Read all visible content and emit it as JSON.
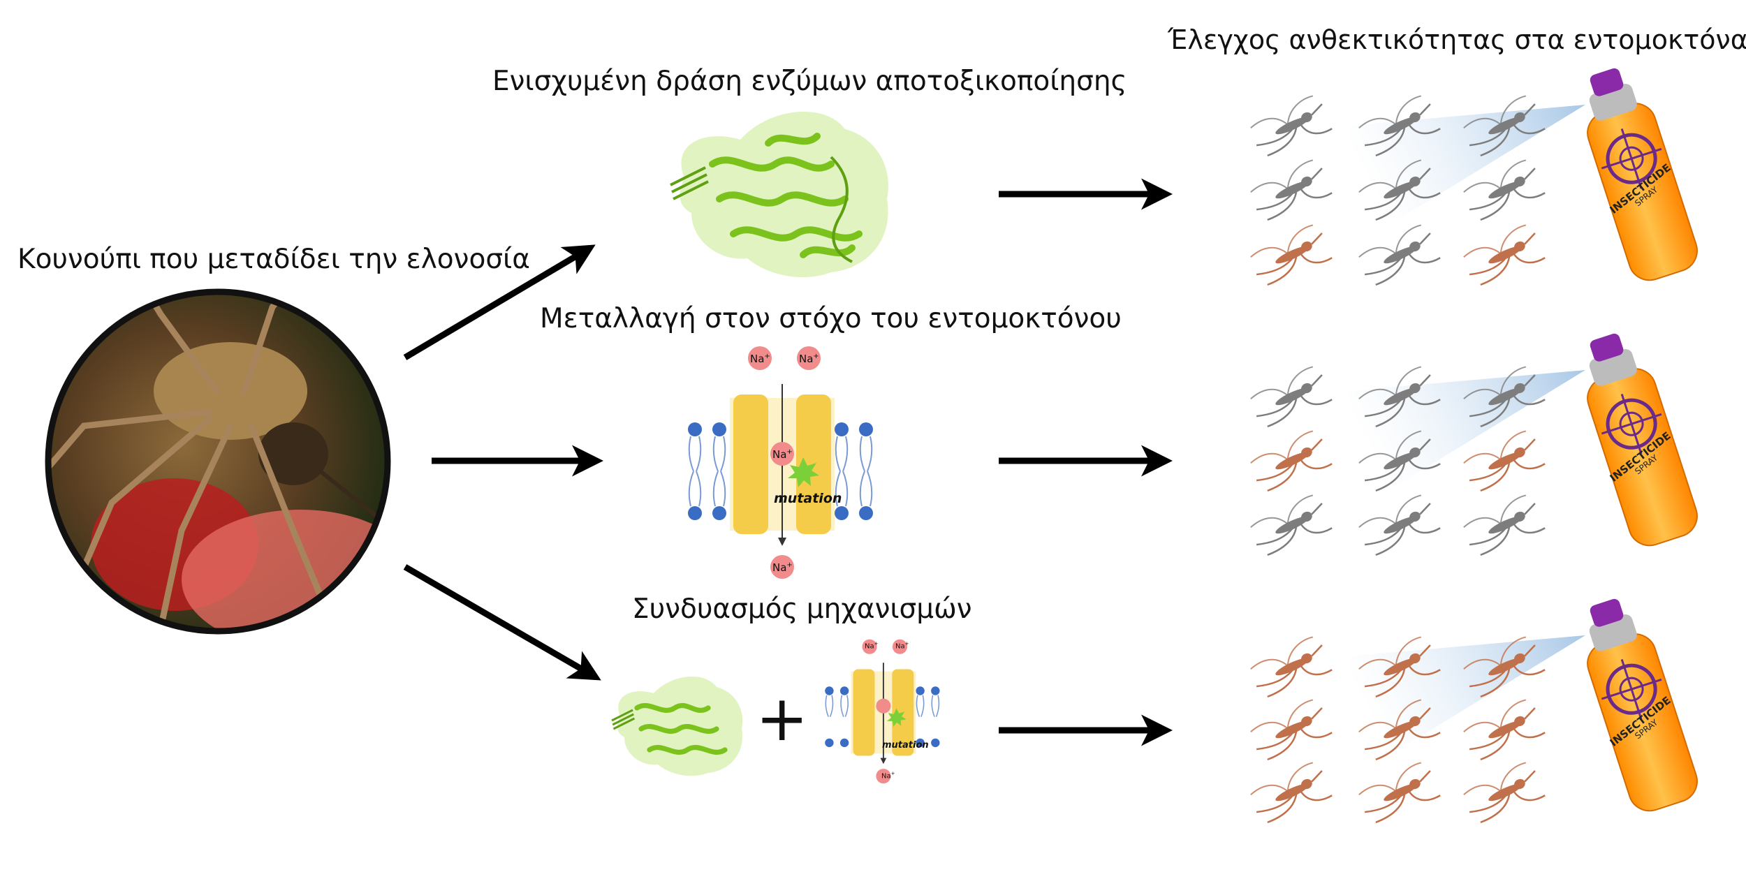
{
  "labels": {
    "mosquito": "Κουνούπι που μεταδίδει την ελονοσία",
    "enzymes": "Ενισχυμένη δράση ενζύμων αποτοξικοποίησης",
    "target": "Μεταλλαγή στον στόχο του εντομοκτόνου",
    "combo": "Συνδυασμός μηχανισμών",
    "test": "Έλεγχος ανθεκτικότητας στα εντομοκτόνα"
  },
  "channel": {
    "ion": "Na",
    "ion_sup": "+",
    "mutation": "mutation"
  },
  "combo_plus": "+",
  "spray": {
    "line1": "INSECTICIDE",
    "line2": "SPRAY"
  },
  "colors": {
    "arrow": "#000000",
    "alive_mosquito": "#c0704a",
    "dead_mosquito": "#7d7d7d",
    "protein": "#8fd02a",
    "channel": "#f5cc4a",
    "sodium": "#f28b8b",
    "lipid": "#3b6cc4",
    "spray_can": "#ff9c1a",
    "spray_cap": "#8a2aa8"
  },
  "panels": [
    {
      "outcome": [
        "dead",
        "dead",
        "dead",
        "dead",
        "dead",
        "dead",
        "alive",
        "dead",
        "alive"
      ]
    },
    {
      "outcome": [
        "dead",
        "dead",
        "dead",
        "alive",
        "dead",
        "alive",
        "dead",
        "dead",
        "dead"
      ]
    },
    {
      "outcome": [
        "alive",
        "alive",
        "alive",
        "alive",
        "alive",
        "alive",
        "alive",
        "alive",
        "alive"
      ]
    }
  ]
}
